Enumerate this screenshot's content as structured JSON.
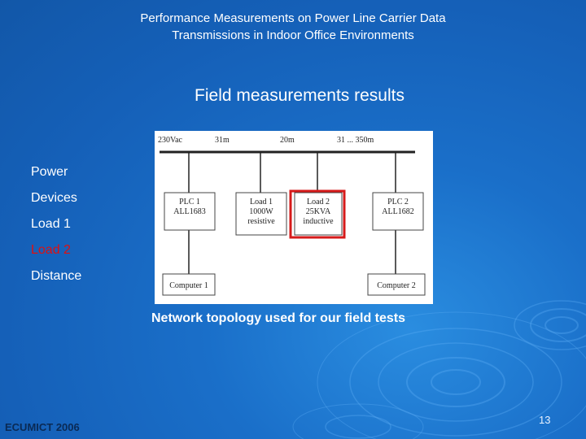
{
  "header": {
    "title_line1": "Performance Measurements on Power Line Carrier Data",
    "title_line2": "Transmissions in Indoor Office Environments"
  },
  "section_title": "Field measurements results",
  "legend": {
    "items": [
      {
        "label": "Power",
        "color": "#ffffff"
      },
      {
        "label": "Devices",
        "color": "#ffffff"
      },
      {
        "label": "Load 1",
        "color": "#ffffff"
      },
      {
        "label": "Load 2",
        "color": "#e01010"
      },
      {
        "label": "Distance",
        "color": "#ffffff"
      }
    ]
  },
  "diagram": {
    "bus_labels": [
      "230Vac",
      "31m",
      "20m",
      "31 ... 350m"
    ],
    "nodes": [
      {
        "id": "plc1",
        "line1": "PLC 1",
        "line2": "ALL1683",
        "line3": "",
        "highlighted": false
      },
      {
        "id": "load1",
        "line1": "Load 1",
        "line2": "1000W",
        "line3": "resistive",
        "highlighted": false
      },
      {
        "id": "load2",
        "line1": "Load 2",
        "line2": "25KVA",
        "line3": "inductive",
        "highlighted": true
      },
      {
        "id": "plc2",
        "line1": "PLC 2",
        "line2": "ALL1682",
        "line3": "",
        "highlighted": false
      }
    ],
    "computers": [
      {
        "id": "computer1",
        "label": "Computer 1"
      },
      {
        "id": "computer2",
        "label": "Computer 2"
      }
    ],
    "highlight_color": "#d61a1a"
  },
  "caption": "Network topology used for our field tests",
  "footer": {
    "left_text": "ECUMICT 2006",
    "page_number": "13"
  }
}
